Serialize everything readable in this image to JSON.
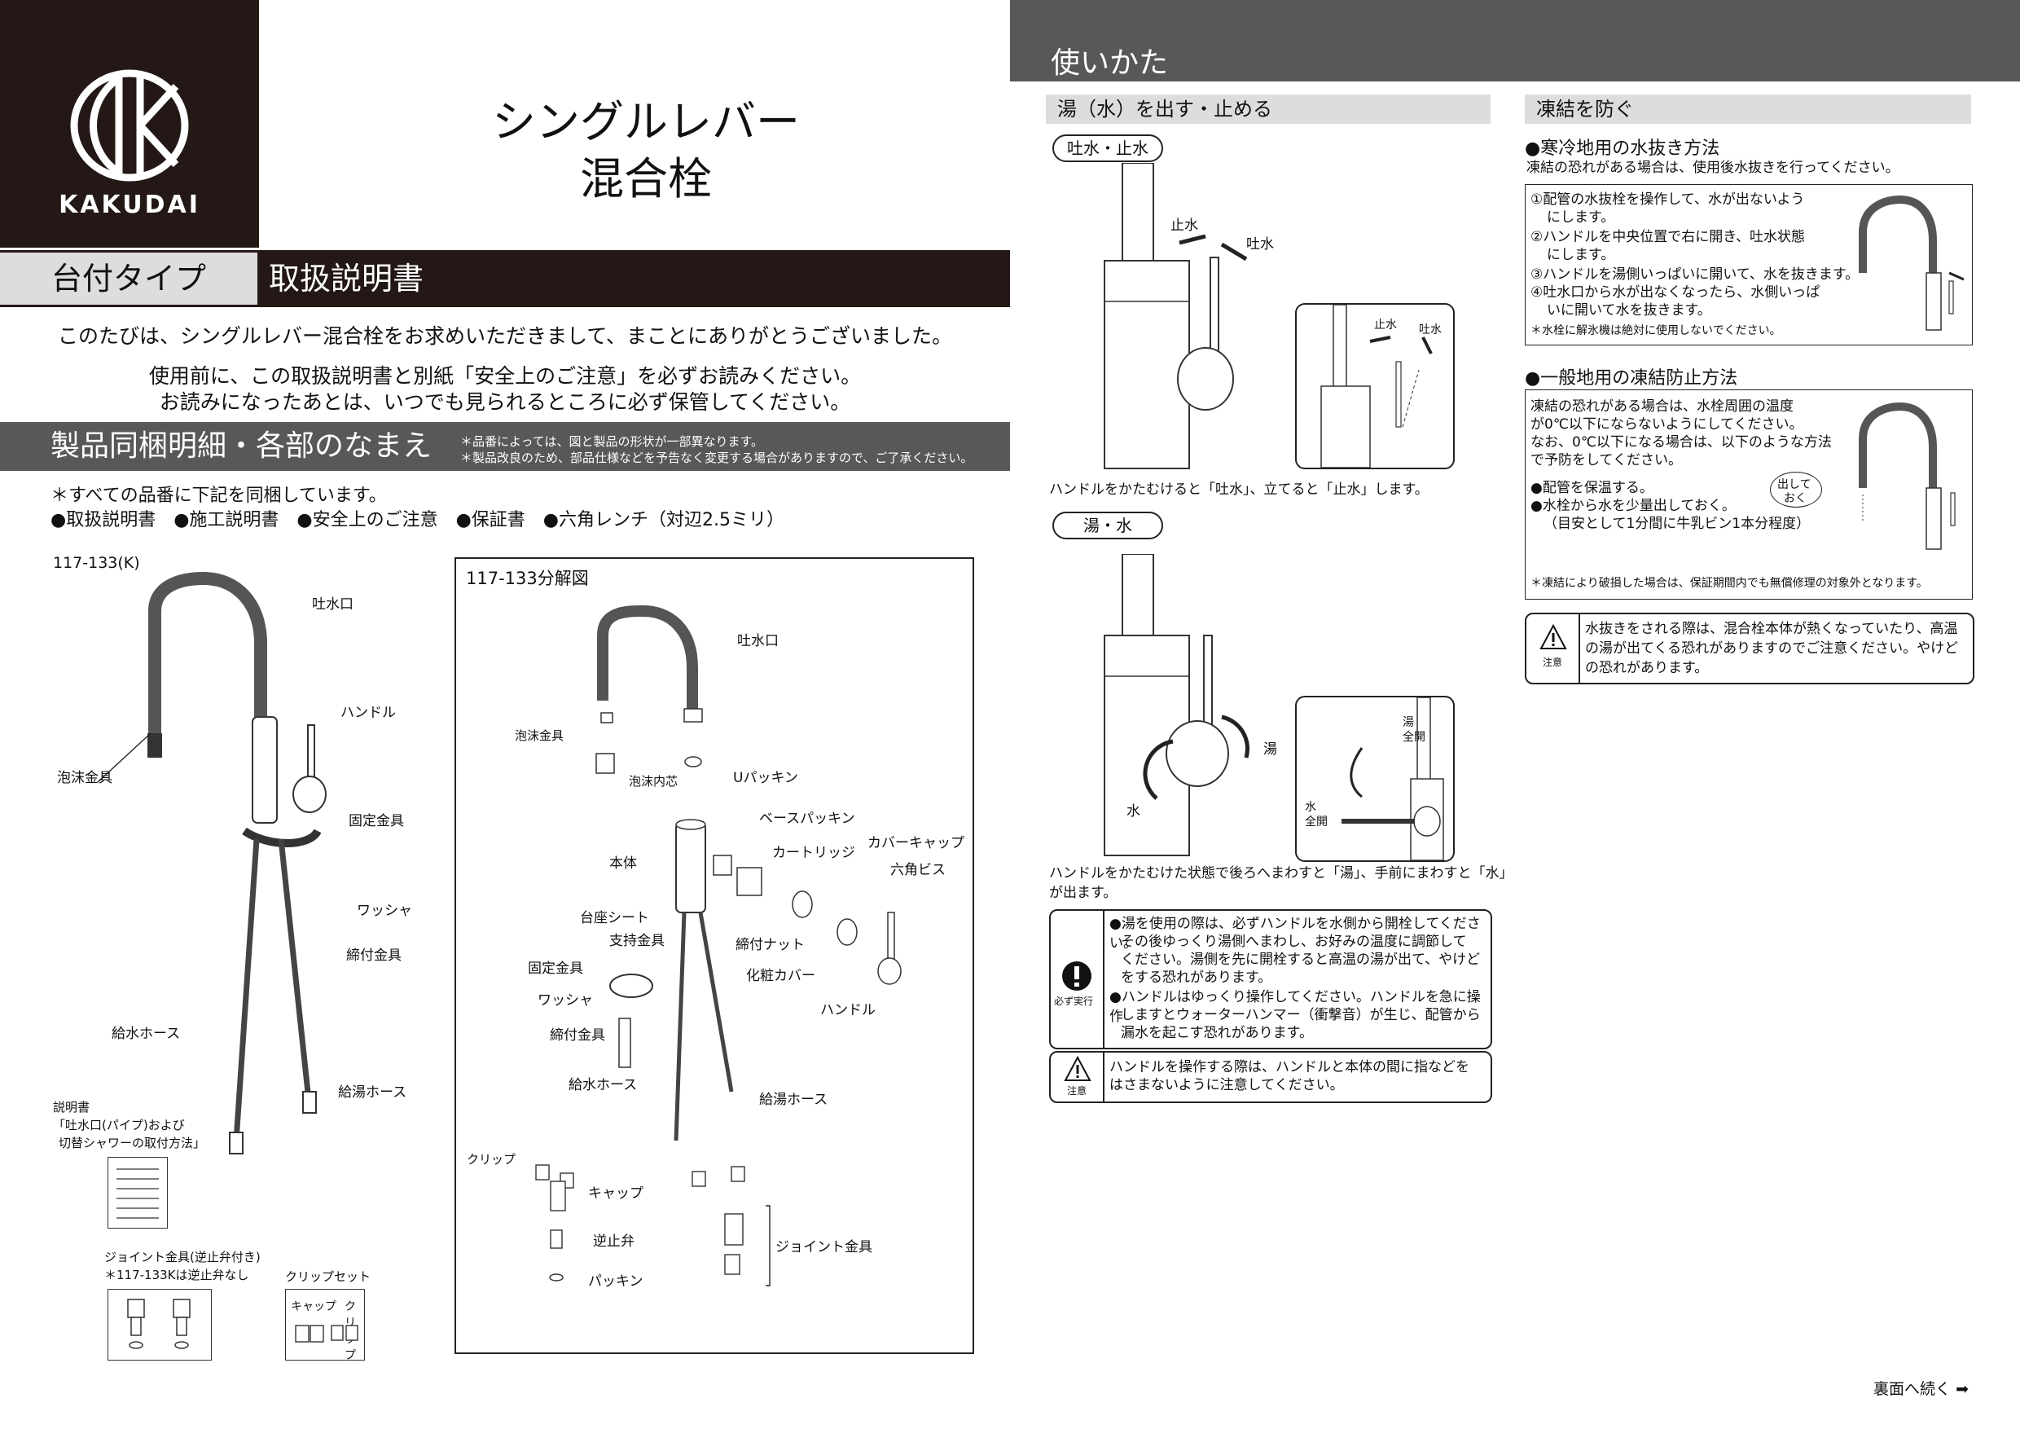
{
  "brand": {
    "name": "KAKUDAI"
  },
  "title": {
    "line1": "シングルレバー",
    "line2": "混合栓"
  },
  "type_tag": "台付タイプ",
  "manual_title": "取扱説明書",
  "intro": {
    "line1": "このたびは、シングルレバー混合栓をお求めいただきまして、まことにありがとうございました。",
    "line2": "使用前に、この取扱説明書と別紙「安全上のご注意」を必ずお読みください。",
    "line3": "お読みになったあとは、いつでも見られるところに必ず保管してください。"
  },
  "parts_section": {
    "title": "製品同梱明細・各部のなまえ",
    "note1": "＊品番によっては、図と製品の形状が一部異なります。",
    "note2": "＊製品改良のため、部品仕様などを予告なく変更する場合がありますので、ご了承ください。",
    "included_title": "＊すべての品番に下記を同梱しています。",
    "included_items": "●取扱説明書　●施工説明書　●安全上のご注意　●保証書　●六角レンチ（対辺2.5ミリ）"
  },
  "left_figure": {
    "model": "117-133(K)",
    "labels": {
      "spout": "吐水口",
      "handle": "ハンドル",
      "aerator": "泡沫金具",
      "fixing": "固定金具",
      "washer": "ワッシャ",
      "tighten": "締付金具",
      "supply_hose": "給水ホース",
      "hot_hose": "給湯ホース"
    },
    "manual_note": {
      "line1": "説明書",
      "line2": "「吐水口(パイプ)および",
      "line3": "切替シャワーの取付方法」"
    },
    "joint_note": {
      "line1": "ジョイント金具(逆止弁付き)",
      "line2": "＊117-133Kは逆止弁なし"
    },
    "clip_set": {
      "title": "クリップセット",
      "cap": "キャップ",
      "clip": "クリップ"
    }
  },
  "exploded": {
    "title": "117-133分解図",
    "labels": {
      "spout": "吐水口",
      "aerator": "泡沫金具",
      "aerator_core": "泡沫内芯",
      "u_packing": "Uパッキン",
      "base_packing": "ベースパッキン",
      "cartridge": "カートリッジ",
      "cover_cap": "カバーキャップ",
      "body": "本体",
      "hex_screw": "六角ビス",
      "base_sheet": "台座シート",
      "support": "支持金具",
      "nut": "締付ナット",
      "deco_cover": "化粧カバー",
      "fixing": "固定金具",
      "handle": "ハンドル",
      "washer": "ワッシャ",
      "tighten": "締付金具",
      "supply_hose": "給水ホース",
      "hot_hose": "給湯ホース",
      "clip": "クリップ",
      "cap": "キャップ",
      "check_valve": "逆止弁",
      "joint": "ジョイント金具",
      "packing": "パッキン"
    }
  },
  "usage": {
    "title": "使いかた",
    "flow": {
      "heading": "湯（水）を出す・止める",
      "pill": "吐水・止水",
      "stop": "止水",
      "discharge": "吐水",
      "caption": "ハンドルをかたむけると「吐水」、立てると「止水」します。"
    },
    "temp": {
      "pill": "湯・水",
      "hot": "湯",
      "cold": "水",
      "hot_full": "湯\n全開",
      "cold_full": "水\n全開",
      "caption1": "ハンドルをかたむけた状態で後ろへまわすと「湯」、手前にまわすと「水」",
      "caption2": "が出ます。"
    },
    "must": {
      "label": "必ず実行",
      "item1": {
        "l1": "●湯を使用の際は、必ずハンドルを水側から開栓してください。",
        "l2": "その後ゆっくり湯側へまわし、お好みの温度に調節して",
        "l3": "ください。湯側を先に開栓すると高温の湯が出て、やけど",
        "l4": "をする恐れがあります。"
      },
      "item2": {
        "l1": "●ハンドルはゆっくり操作してください。ハンドルを急に操作",
        "l2": "しますとウォーターハンマー（衝撃音）が生じ、配管から",
        "l3": "漏水を起こす恐れがあります。"
      }
    },
    "caution": {
      "label": "注意",
      "l1": "ハンドルを操作する際は、ハンドルと本体の間に指などを",
      "l2": "はさまないように注意してください。"
    }
  },
  "freeze": {
    "heading": "凍結を防ぐ",
    "cold_title": "●寒冷地用の水抜き方法",
    "cold_intro": "凍結の恐れがある場合は、使用後水抜きを行ってください。",
    "steps": {
      "s1a": "①配管の水抜栓を操作して、水が出ないよう",
      "s1b": "にします。",
      "s2a": "②ハンドルを中央位置で右に開き、吐水状態",
      "s2b": "にします。",
      "s3": "③ハンドルを湯側いっぱいに開いて、水を抜きます。",
      "s4a": "④吐水口から水が出なくなったら、水側いっぱ",
      "s4b": "いに開いて水を抜きます。",
      "note": "＊水栓に解氷機は絶対に使用しないでください。"
    },
    "general_title": "●一般地用の凍結防止方法",
    "general": {
      "l1": "凍結の恐れがある場合は、水栓周囲の温度",
      "l2": "が0℃以下にならないようにしてください。",
      "l3": "なお、0℃以下になる場合は、以下のような方法",
      "l4": "で予防をしてください。",
      "b1": "●配管を保温する。",
      "b2": "●水栓から水を少量出しておく。",
      "b3": "（目安として1分間に牛乳ビン1本分程度）",
      "bubble1": "出して",
      "bubble2": "おく",
      "note": "＊凍結により破損した場合は、保証期間内でも無償修理の対象外となります。"
    },
    "caution": {
      "label": "注意",
      "l1": "水抜きをされる際は、混合栓本体が熱くなっていたり、高温",
      "l2": "の湯が出てくる恐れがありますのでご注意ください。やけど",
      "l3": "の恐れがあります。"
    }
  },
  "footer": {
    "continue": "裏面へ続く"
  }
}
